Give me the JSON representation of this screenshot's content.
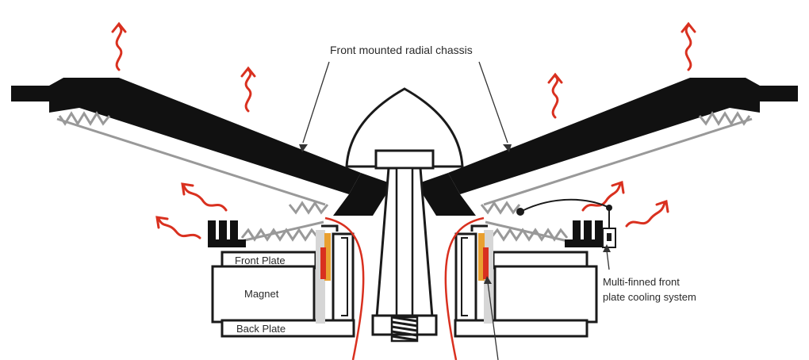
{
  "labels": {
    "chassis": "Front mounted radial chassis",
    "front_plate": "Front Plate",
    "magnet": "Magnet",
    "back_plate": "Back Plate",
    "cooling_line1": "Multi-finned front",
    "cooling_line2": "plate cooling system"
  },
  "colors": {
    "chassis": "#111111",
    "outline": "#1a1a1a",
    "heat_wave": "#d9301f",
    "coil_tint": "#e9a030",
    "coil": "#d9301f",
    "spider": "#999999",
    "gap": "#d6d6d6"
  },
  "icons": [
    "heat-wave-icon"
  ]
}
